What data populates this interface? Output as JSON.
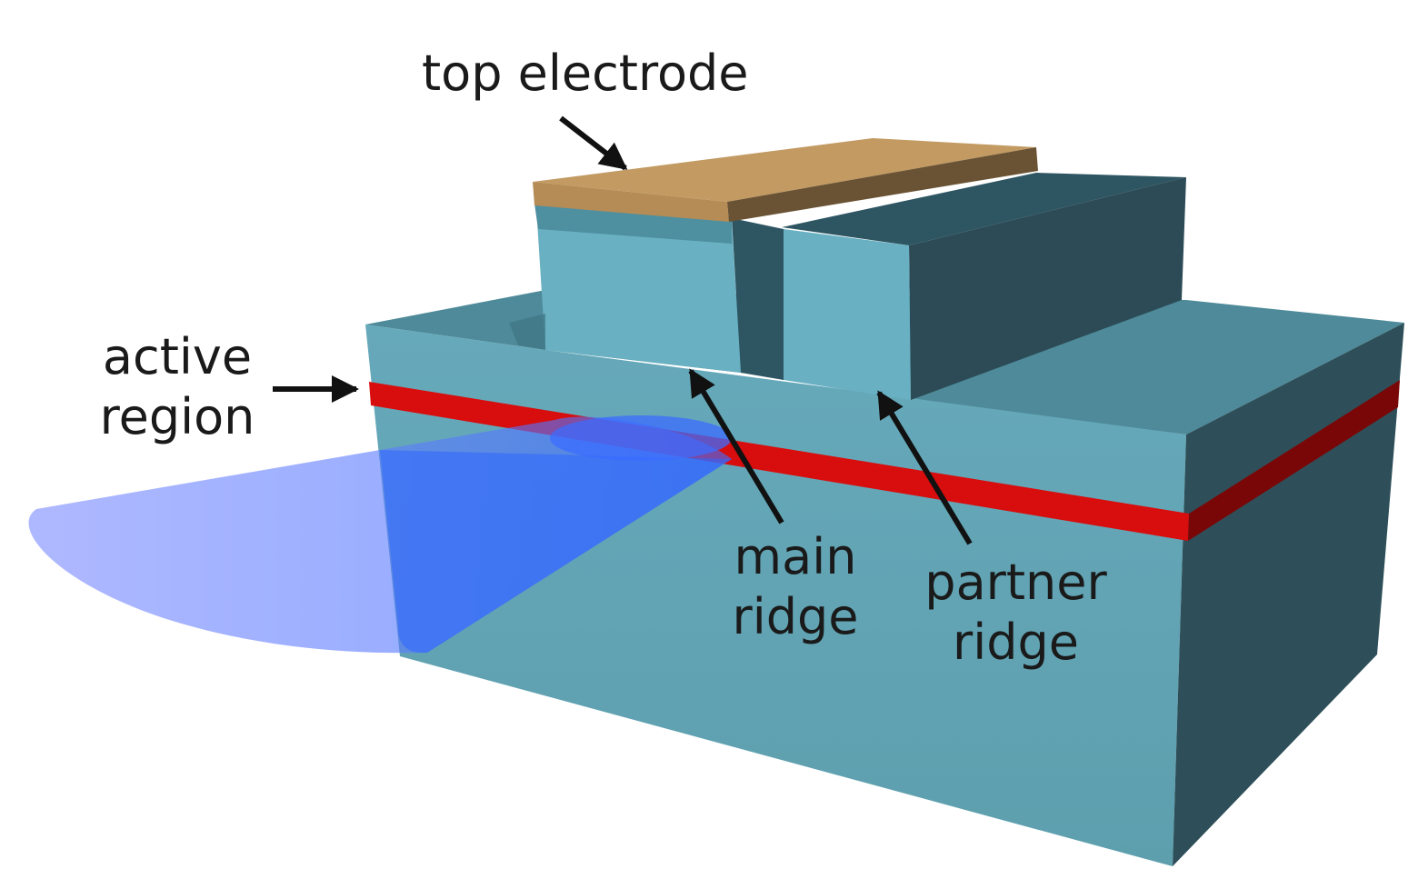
{
  "labels": {
    "top_electrode": "top electrode",
    "active_region": [
      "active",
      "region"
    ],
    "main_ridge": [
      "main",
      "ridge"
    ],
    "partner_ridge": [
      "partner",
      "ridge"
    ]
  },
  "colors": {
    "substrate_front": "#61a3b3",
    "substrate_top": "#4e8a99",
    "substrate_right": "#2e4f59",
    "ridge_front": "#68b0c2",
    "ridge_side": "#2e5562",
    "electrode_top": "#c29a62",
    "electrode_side": "#6a5334",
    "active_layer": "#d80d0d",
    "beam": "#3b6cff"
  }
}
